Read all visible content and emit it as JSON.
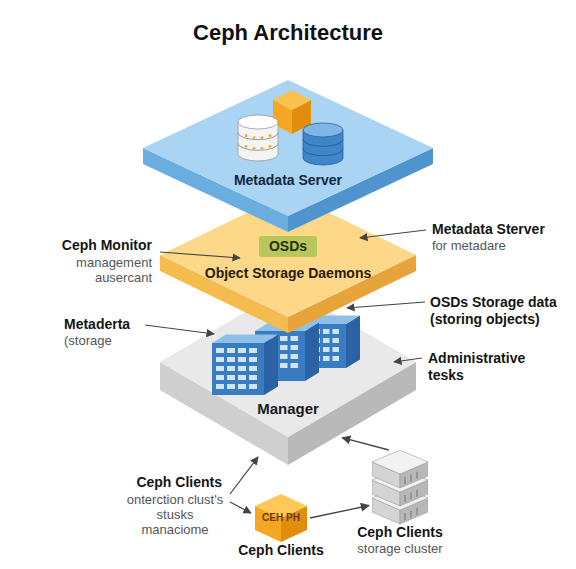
{
  "diagram": {
    "title": "Ceph Architecture",
    "nodes": [
      {
        "text": [
          "Metadata Server"
        ]
      },
      {
        "text": [
          "Object Storage Daemons"
        ]
      },
      {
        "text": [
          "OSDs"
        ],
        "in": 1
      },
      {
        "text": [
          "Manager"
        ]
      },
      {
        "text": [
          "CEH PH",
          "Ceph Clients"
        ]
      },
      {
        "text": [
          "Ceph Clients",
          "storage cluster"
        ]
      }
    ],
    "edges": [
      {
        "from": 4,
        "to": 5,
        "arrow": "to"
      },
      {
        "from": 5,
        "to": 3,
        "arrow": "to"
      }
    ],
    "labels": [
      "Ceph Monitor",
      "management ausercant",
      "Metadata Sterver",
      "for metadare",
      "OSDs Storage data (storing objects)",
      "Metaderta",
      "(storage",
      "Administrative tesks",
      "Ceph Clients",
      "onterction clust's stusks manaciome"
    ]
  }
}
